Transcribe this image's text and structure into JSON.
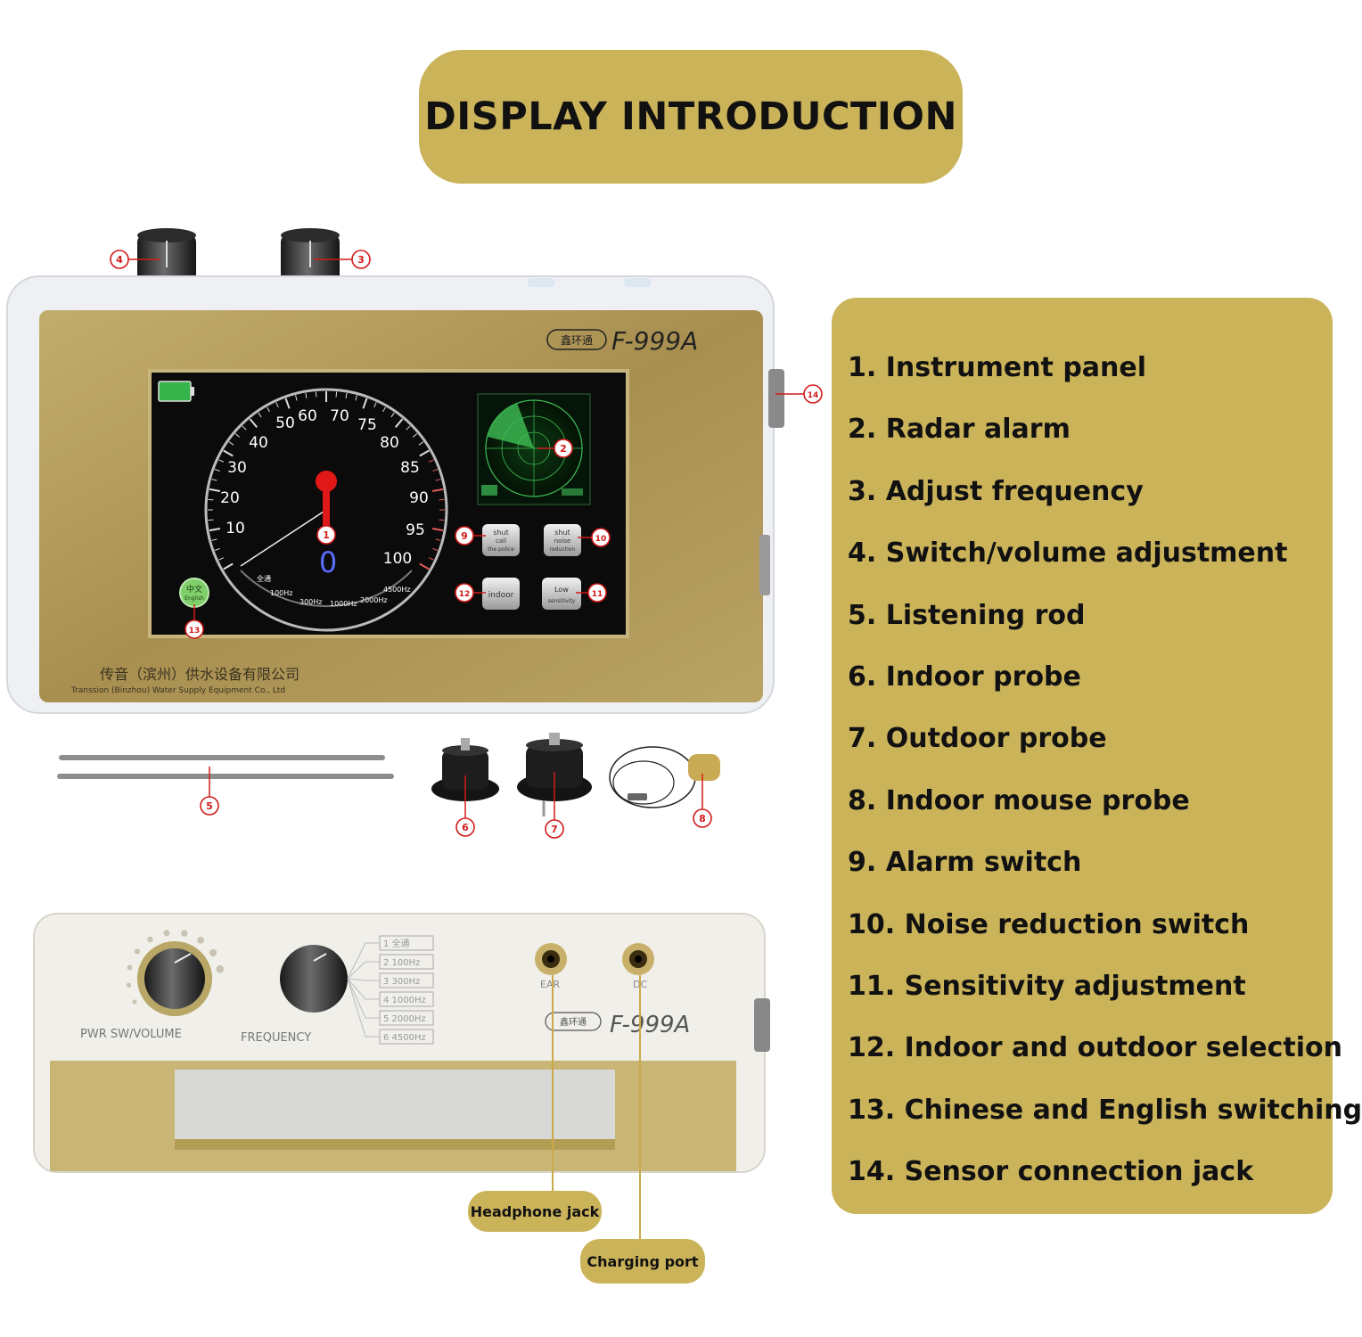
{
  "header": {
    "title": "DISPLAY INTRODUCTION"
  },
  "device": {
    "brand_logo": "鑫环通",
    "model": "F-999A",
    "company_cn": "传音（滨州）供水设备有限公司",
    "company_en": "Transsion (Binzhou) Water Supply Equipment Co., Ltd",
    "gauge": {
      "ticks": [
        "10",
        "20",
        "30",
        "40",
        "50",
        "60",
        "70",
        "75",
        "80",
        "85",
        "90",
        "95",
        "100"
      ],
      "freq_labels": [
        "全通",
        "100Hz",
        "300Hz",
        "1000Hz",
        "2000Hz",
        "4500Hz"
      ],
      "reading": "0"
    },
    "buttons": {
      "alarm": [
        "shut",
        "call",
        "the police"
      ],
      "noise": [
        "shut",
        "noise",
        "reduction"
      ],
      "indoor": "indoor",
      "sensitivity": [
        "Low",
        "sensitivity"
      ]
    },
    "lang_button": [
      "中文",
      "English"
    ],
    "bottom_labels": {
      "pwr": "PWR SW/VOLUME",
      "freq": "FREQUENCY",
      "ear": "EAR",
      "dc": "DC",
      "freq_steps": [
        "1 全通",
        "2 100Hz",
        "3 300Hz",
        "4 1000Hz",
        "5 2000Hz",
        "6 4500Hz"
      ]
    }
  },
  "markers": {
    "m1": "1",
    "m2": "2",
    "m3": "3",
    "m4": "4",
    "m5": "5",
    "m6": "6",
    "m7": "7",
    "m8": "8",
    "m9": "9",
    "m10": "10",
    "m11": "11",
    "m12": "12",
    "m13": "13",
    "m14": "14"
  },
  "legend": {
    "items": [
      "1. Instrument panel",
      "2. Radar alarm",
      "3. Adjust frequency",
      "4. Switch/volume adjustment",
      "5. Listening rod",
      "6. Indoor probe",
      "7. Outdoor probe",
      "8. Indoor mouse probe",
      "9. Alarm switch",
      "10. Noise reduction switch",
      "11. Sensitivity adjustment",
      "12. Indoor and outdoor selection",
      "13. Chinese and English switching",
      "14. Sensor connection jack"
    ]
  },
  "callouts": {
    "headphone": "Headphone jack",
    "charging": "Charging port"
  },
  "colors": {
    "accent": "#cbb35a",
    "gold_panel": "#b09a5a",
    "marker_red": "#d11b1b",
    "screen": "#0b0b0b"
  }
}
